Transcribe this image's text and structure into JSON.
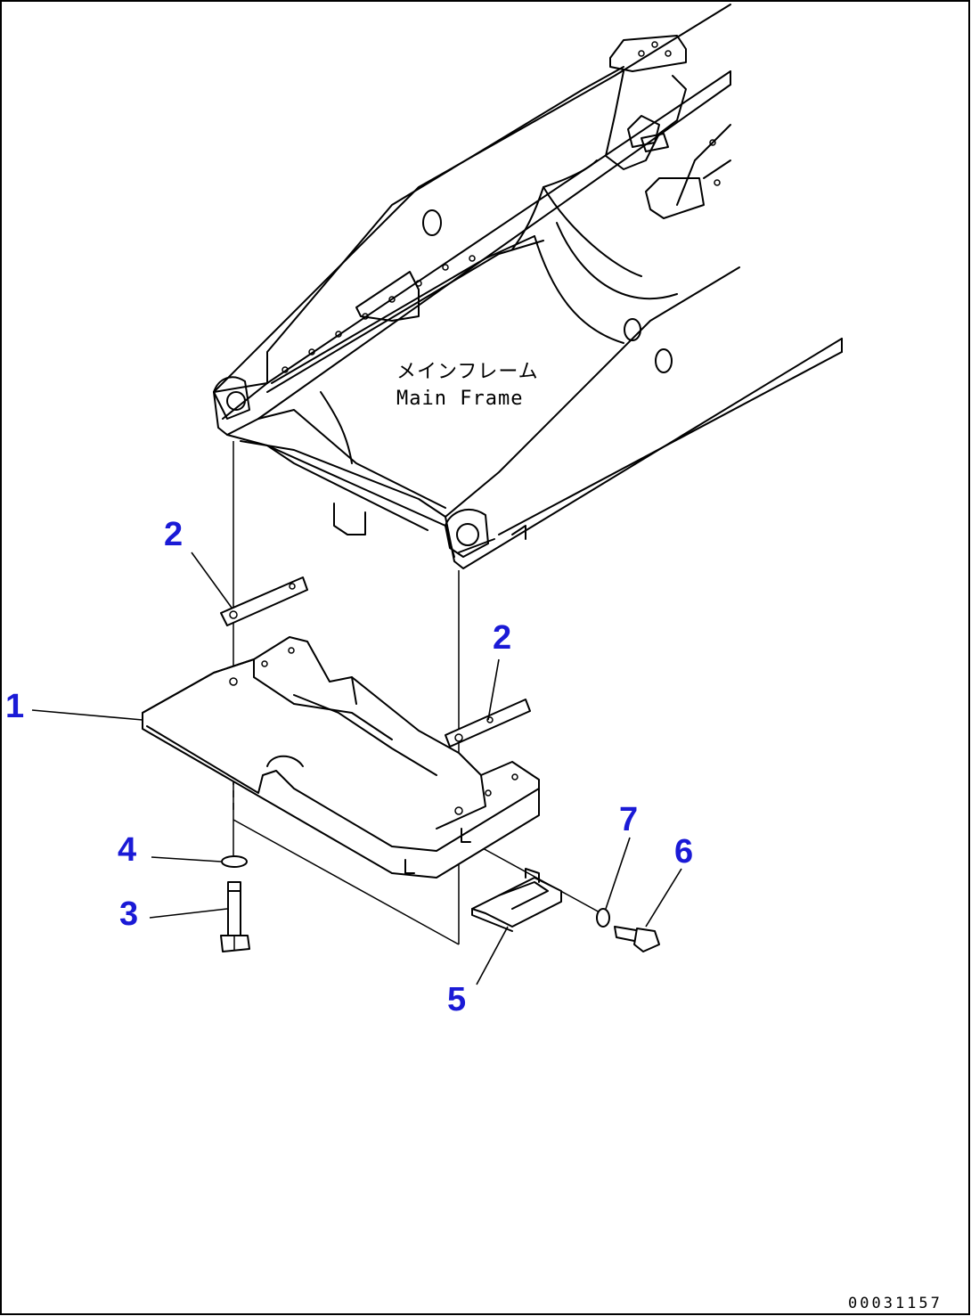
{
  "diagram": {
    "frame_label_jp": "メインフレーム",
    "frame_label_en": "Main Frame",
    "drawing_code": "00031157",
    "callouts": [
      {
        "id": "c1",
        "label": "1"
      },
      {
        "id": "c2a",
        "label": "2"
      },
      {
        "id": "c2b",
        "label": "2"
      },
      {
        "id": "c3",
        "label": "3"
      },
      {
        "id": "c4",
        "label": "4"
      },
      {
        "id": "c5",
        "label": "5"
      },
      {
        "id": "c6",
        "label": "6"
      },
      {
        "id": "c7",
        "label": "7"
      }
    ],
    "colors": {
      "callout": "#1a1ad6",
      "line": "#000000",
      "background": "#ffffff"
    }
  }
}
